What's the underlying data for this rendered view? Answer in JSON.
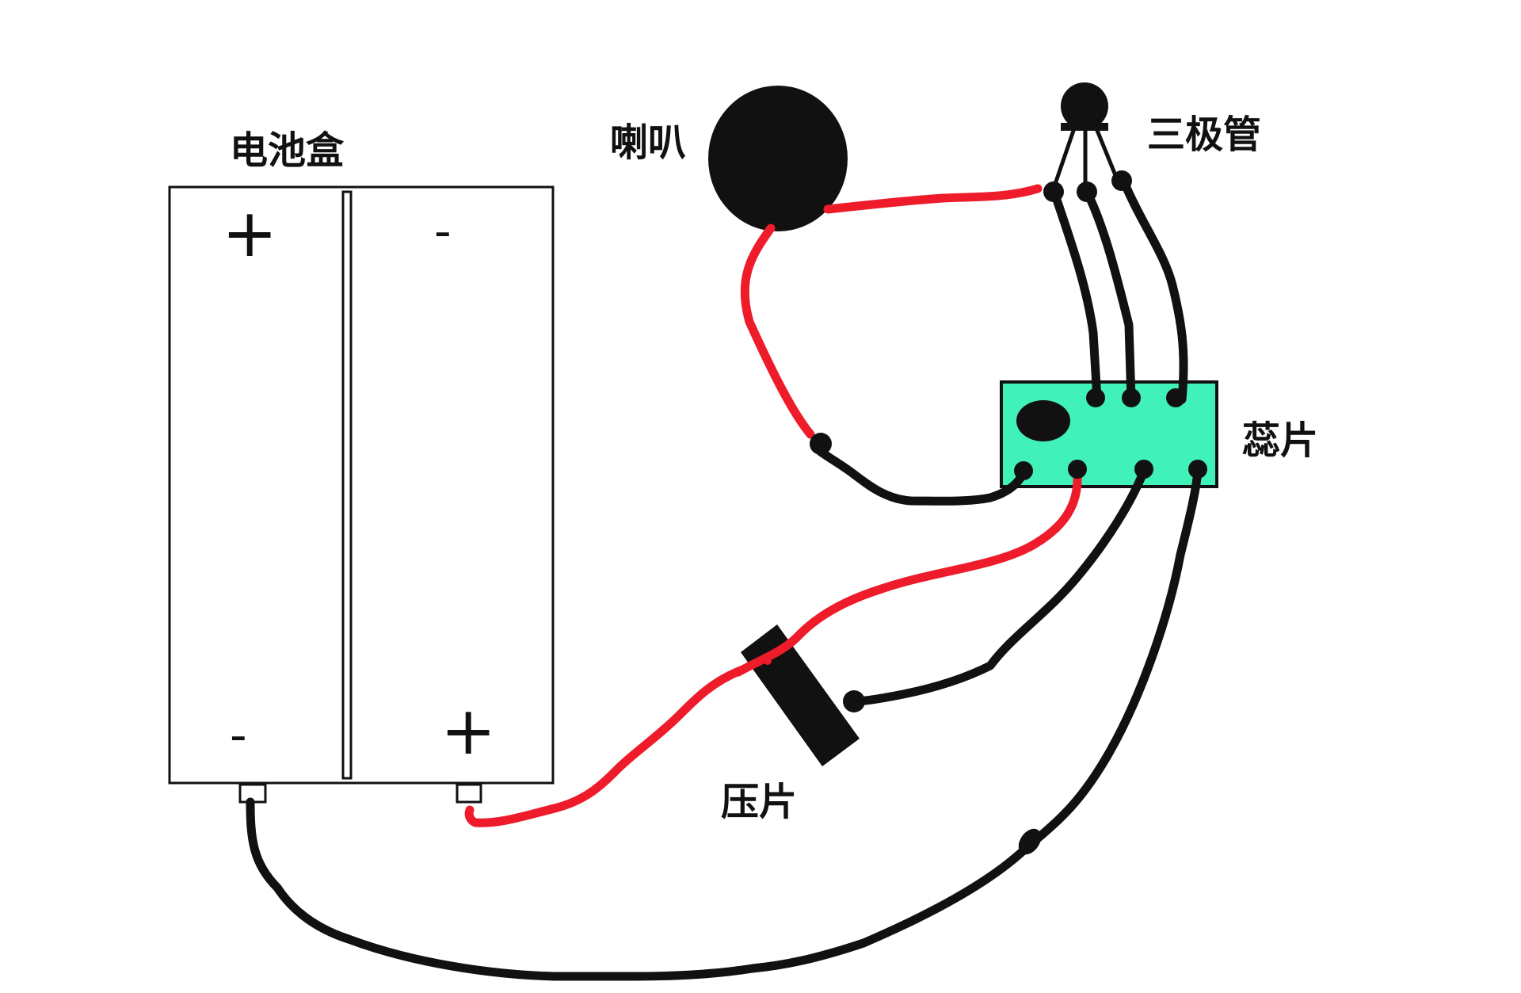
{
  "labels": {
    "battery_box": "电池盒",
    "speaker": "喇叭",
    "transistor": "三极管",
    "chip": "蕊片",
    "pressure_plate": "压片"
  },
  "battery_symbols": {
    "left_top": "+",
    "right_top": "-",
    "left_bottom": "-",
    "right_bottom": "+"
  },
  "colors": {
    "wire_black": "#111111",
    "wire_red": "#ee1c2a",
    "chip_fill": "#40f2b9",
    "component_fill": "#111111",
    "background": "#ffffff"
  }
}
